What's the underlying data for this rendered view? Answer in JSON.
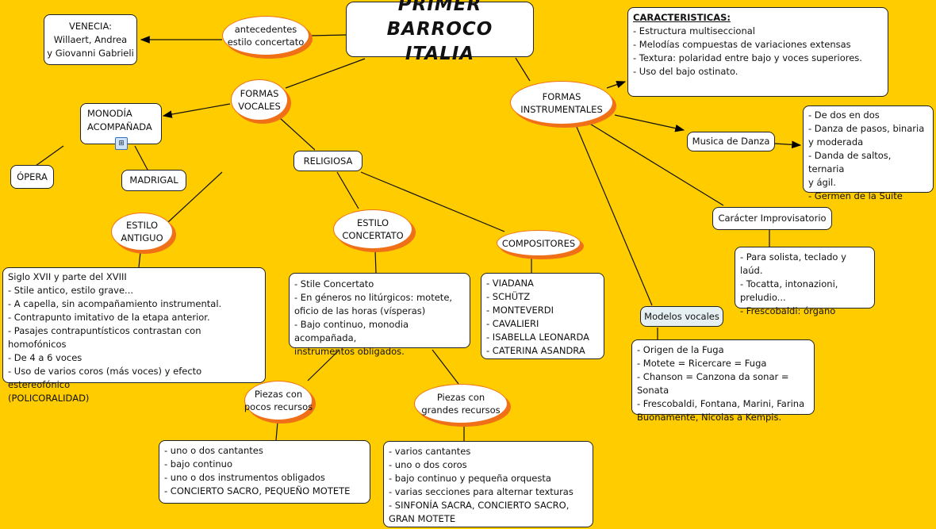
{
  "title": {
    "line1": "PRIMER BARROCO",
    "line2": "ITALIA"
  },
  "antecedentes": {
    "line1": "antecedentes",
    "line2": "estilo concertato"
  },
  "venecia": {
    "lines": [
      "VENECIA:",
      "Willaert, Andrea",
      "y Giovanni Gabrieli"
    ]
  },
  "formas_vocales": {
    "line1": "FORMAS",
    "line2": "VOCALES"
  },
  "monodia": {
    "line1": "MONODÍA",
    "line2": "ACOMPAÑADA",
    "icon": "submap-icon"
  },
  "opera": "ÓPERA",
  "madrigal": "MADRIGAL",
  "religiosa": "RELIGIOSA",
  "estilo_antiguo": {
    "line1": "ESTILO",
    "line2": "ANTIGUO",
    "lines": [
      "Siglo XVII y parte del XVIII",
      "- Stile antico, estilo grave...",
      "- A capella, sin acompañamiento instrumental.",
      "- Contrapunto imitativo de la etapa anterior.",
      "- Pasajes contrapuntísticos contrastan con homofónicos",
      "- De 4 a 6 voces",
      "- Uso de varios coros (más voces) y efecto estereofónico",
      "(POLICORALIDAD)"
    ]
  },
  "estilo_concertato": {
    "line1": "ESTILO",
    "line2": "CONCERTATO",
    "lines": [
      "- Stile Concertato",
      "- En géneros no litúrgicos: motete,",
      "oficio de las horas (vísperas)",
      "- Bajo continuo, monodia acompañada,",
      "instrumentos obligados."
    ]
  },
  "compositores": {
    "label": "COMPOSITORES",
    "lines": [
      "- VIADANA",
      "- SCHÜTZ",
      "- MONTEVERDI",
      "- CAVALIERI",
      "- ISABELLA LEONARDA",
      "- CATERINA ASANDRA"
    ]
  },
  "piezas_pocos": {
    "line1": "Piezas con",
    "line2": "pocos recursos",
    "lines": [
      "- uno o dos cantantes",
      "- bajo continuo",
      "- uno o dos instrumentos obligados",
      "- CONCIERTO SACRO, PEQUEÑO MOTETE"
    ]
  },
  "piezas_grandes": {
    "line1": "Piezas con",
    "line2": "grandes recursos",
    "lines": [
      "- varios cantantes",
      "- uno o dos coros",
      "- bajo continuo y pequeña orquesta",
      "- varias secciones para alternar texturas",
      "- SINFONÍA SACRA, CONCIERTO SACRO,",
      "GRAN MOTETE"
    ]
  },
  "formas_instrumentales": {
    "line1": "FORMAS",
    "line2": "INSTRUMENTALES"
  },
  "caracteristicas": {
    "heading": "CARACTERISTICAS:",
    "lines": [
      "- Estructura multiseccional",
      "- Melodías compuestas de variaciones extensas",
      "- Textura: polaridad entre bajo y voces superiores.",
      "- Uso del bajo ostinato."
    ]
  },
  "danza": {
    "label": "Musica de Danza",
    "lines": [
      "- De dos en dos",
      "- Danza de pasos, binaria",
      "y moderada",
      "- Danda de saltos, ternaria",
      "y ágil.",
      "- Germen de la Suite"
    ]
  },
  "improvisatorio": {
    "label": "Carácter Improvisatorio",
    "lines": [
      "- Para solista, teclado y laúd.",
      "- Tocatta, intonazioni,",
      "preludio...",
      "- Frescobaldi: órgano"
    ]
  },
  "modelos": {
    "label": "Modelos vocales",
    "lines": [
      "- Origen de la Fuga",
      "- Motete = Ricercare = Fuga",
      "- Chanson = Canzona da sonar = Sonata",
      "- Frescobaldi, Fontana, Marini, Farina",
      "Buonamente, Nicolas a Kempis."
    ]
  },
  "colors": {
    "background": "#FFCC00",
    "ellipse_shadow": "#F07018",
    "node_fill": "#FFFFFF",
    "modelos_fill": "#E6F0F2"
  }
}
